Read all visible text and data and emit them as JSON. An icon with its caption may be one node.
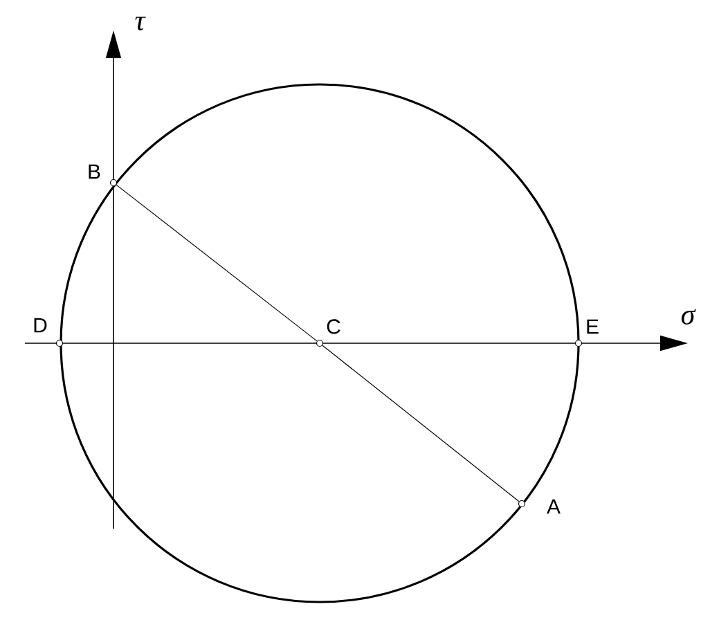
{
  "diagram": {
    "nodes": [
      {
        "text": [],
        "shape": "circle",
        "beside": [
          "B"
        ]
      },
      {
        "text": [],
        "shape": "circle",
        "beside": [
          "D"
        ]
      },
      {
        "text": [],
        "shape": "circle",
        "beside": [
          "C"
        ]
      },
      {
        "text": [],
        "shape": "circle",
        "beside": [
          "E"
        ]
      },
      {
        "text": [],
        "shape": "circle",
        "beside": [
          "A"
        ]
      }
    ],
    "edges": [
      {
        "from": 0,
        "to": 2,
        "arrow": "none"
      },
      {
        "from": 2,
        "to": 4,
        "arrow": "none"
      }
    ],
    "labels": [
      "τ",
      "σ"
    ]
  }
}
